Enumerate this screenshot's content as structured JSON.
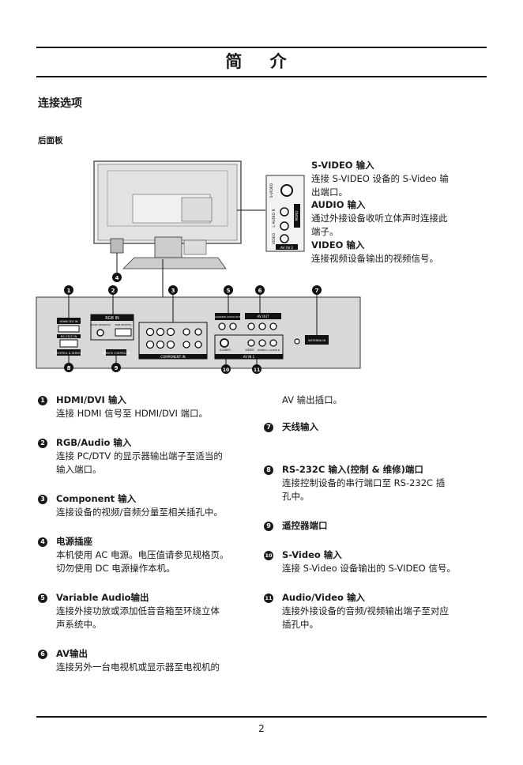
{
  "page": {
    "title": "简 介",
    "section": "连接选项",
    "subsection": "后面板",
    "page_number": "2"
  },
  "side_notes": [
    {
      "title": "S-VIDEO 输入",
      "lines": [
        "连接 S-VIDEO 设备的 S-Video 输",
        "出端口。"
      ]
    },
    {
      "title": "AUDIO 输入",
      "lines": [
        "通过外接设备收听立体声时连接此",
        "端子。"
      ]
    },
    {
      "title": "VIDEO 输入",
      "lines": [
        "连接视频设备输出的视频信号。"
      ]
    }
  ],
  "diagram": {
    "callouts": [
      "1",
      "2",
      "3",
      "4",
      "5",
      "6",
      "7",
      "8",
      "9",
      "10",
      "11"
    ],
    "labels": {
      "rgb_in": "RGB IN",
      "audio_rgb_dvi": "AUDIO (RGB/DVI)",
      "rgb_pc_dtv": "RGB (PC/DTV)",
      "hdmi_dvi_in": "HDMI/ DVI IN",
      "rs232c_in": "RS-232C IN",
      "control_service": "CONTROL & SERVICE",
      "remote_control_in": "REMOTE CONTROL IN",
      "component_in": "COMPONENT IN",
      "variable_audio_out": "VARIABLE AUDIO OUT",
      "av_out": "AV OUT",
      "s_video": "S-VIDEO",
      "video": "VIDEO",
      "audio_mono": "(MONO) L AUDIO R",
      "av_in_1": "AV IN 1",
      "av_in_2": "AV IN 2",
      "antenna_in": "ANTENNA IN",
      "side_s_video": "S-VIDEO",
      "side_audio": "L AUDIO R",
      "side_mono": "MONO",
      "side_video": "VIDEO"
    }
  },
  "left_items": [
    {
      "num": "1",
      "title": "HDMI/DVI 输入",
      "lines": [
        "连接 HDMI 信号至 HDMI/DVI 端口。"
      ]
    },
    {
      "num": "2",
      "title": "RGB/Audio 输入",
      "lines": [
        "连接 PC/DTV 的显示器输出端子至适当的",
        "输入端口。"
      ]
    },
    {
      "num": "3",
      "title": "Component 输入",
      "lines": [
        "连接设备的视频/音频分量至相关插孔中。"
      ]
    },
    {
      "num": "4",
      "title": "电源插座",
      "lines": [
        "本机使用 AC 电源。电压值请参见规格页。",
        "切勿使用 DC 电源操作本机。"
      ]
    },
    {
      "num": "5",
      "title": "Variable Audio输出",
      "lines": [
        "连接外接功放或添加低音音箱至环绕立体",
        "声系统中。"
      ]
    },
    {
      "num": "6",
      "title": "AV输出",
      "lines": [
        "连接另外一台电视机或显示器至电视机的"
      ]
    }
  ],
  "right_continuation": "AV 输出插口。",
  "right_items": [
    {
      "num": "7",
      "title": "天线输入",
      "lines": []
    },
    {
      "num": "8",
      "title": "RS-232C 输入(控制 & 维修)端口",
      "lines": [
        "连接控制设备的串行端口至 RS-232C 插",
        "孔中。"
      ]
    },
    {
      "num": "9",
      "title": "遥控器端口",
      "lines": []
    },
    {
      "num": "10",
      "title": "S-Video 输入",
      "lines": [
        "连接 S-Video 设备输出的 S-VIDEO 信号。"
      ]
    },
    {
      "num": "11",
      "title": "Audio/Video 输入",
      "lines": [
        "连接外接设备的音频/视频输出端子至对应",
        "插孔中。"
      ]
    }
  ]
}
